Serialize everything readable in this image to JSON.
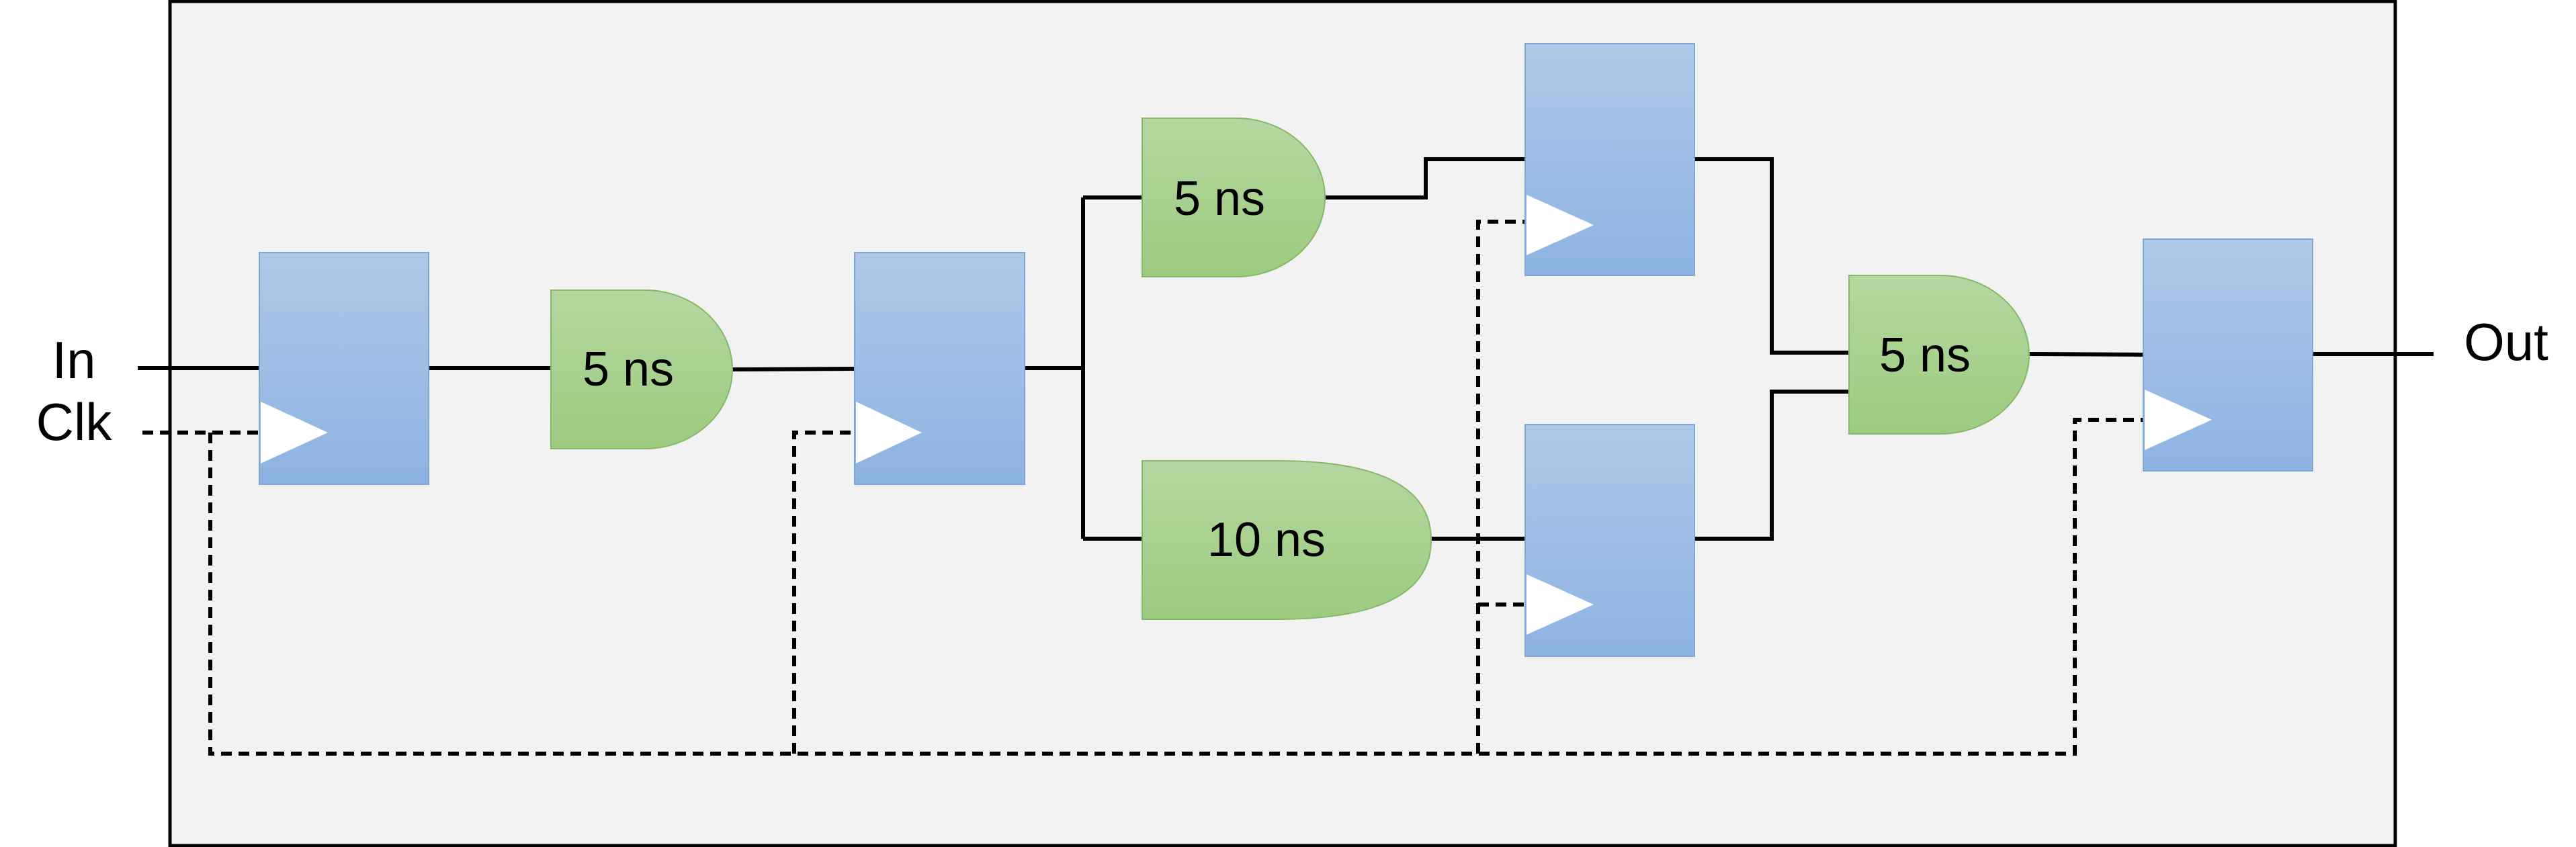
{
  "io": {
    "input_label": "In",
    "clock_label": "Clk",
    "output_label": "Out"
  },
  "gates": [
    {
      "id": "gate-1",
      "delay": "5 ns"
    },
    {
      "id": "gate-2",
      "delay": "5 ns"
    },
    {
      "id": "gate-3",
      "delay": "10 ns"
    },
    {
      "id": "gate-4",
      "delay": "5 ns"
    }
  ],
  "colors": {
    "register_fill_top": "#aec8e8",
    "register_fill_bottom": "#8db3e2",
    "gate_fill_top": "#b5d7a0",
    "gate_fill_bottom": "#9ccb7f",
    "background": "#f2f2f2",
    "wire": "#000000"
  }
}
